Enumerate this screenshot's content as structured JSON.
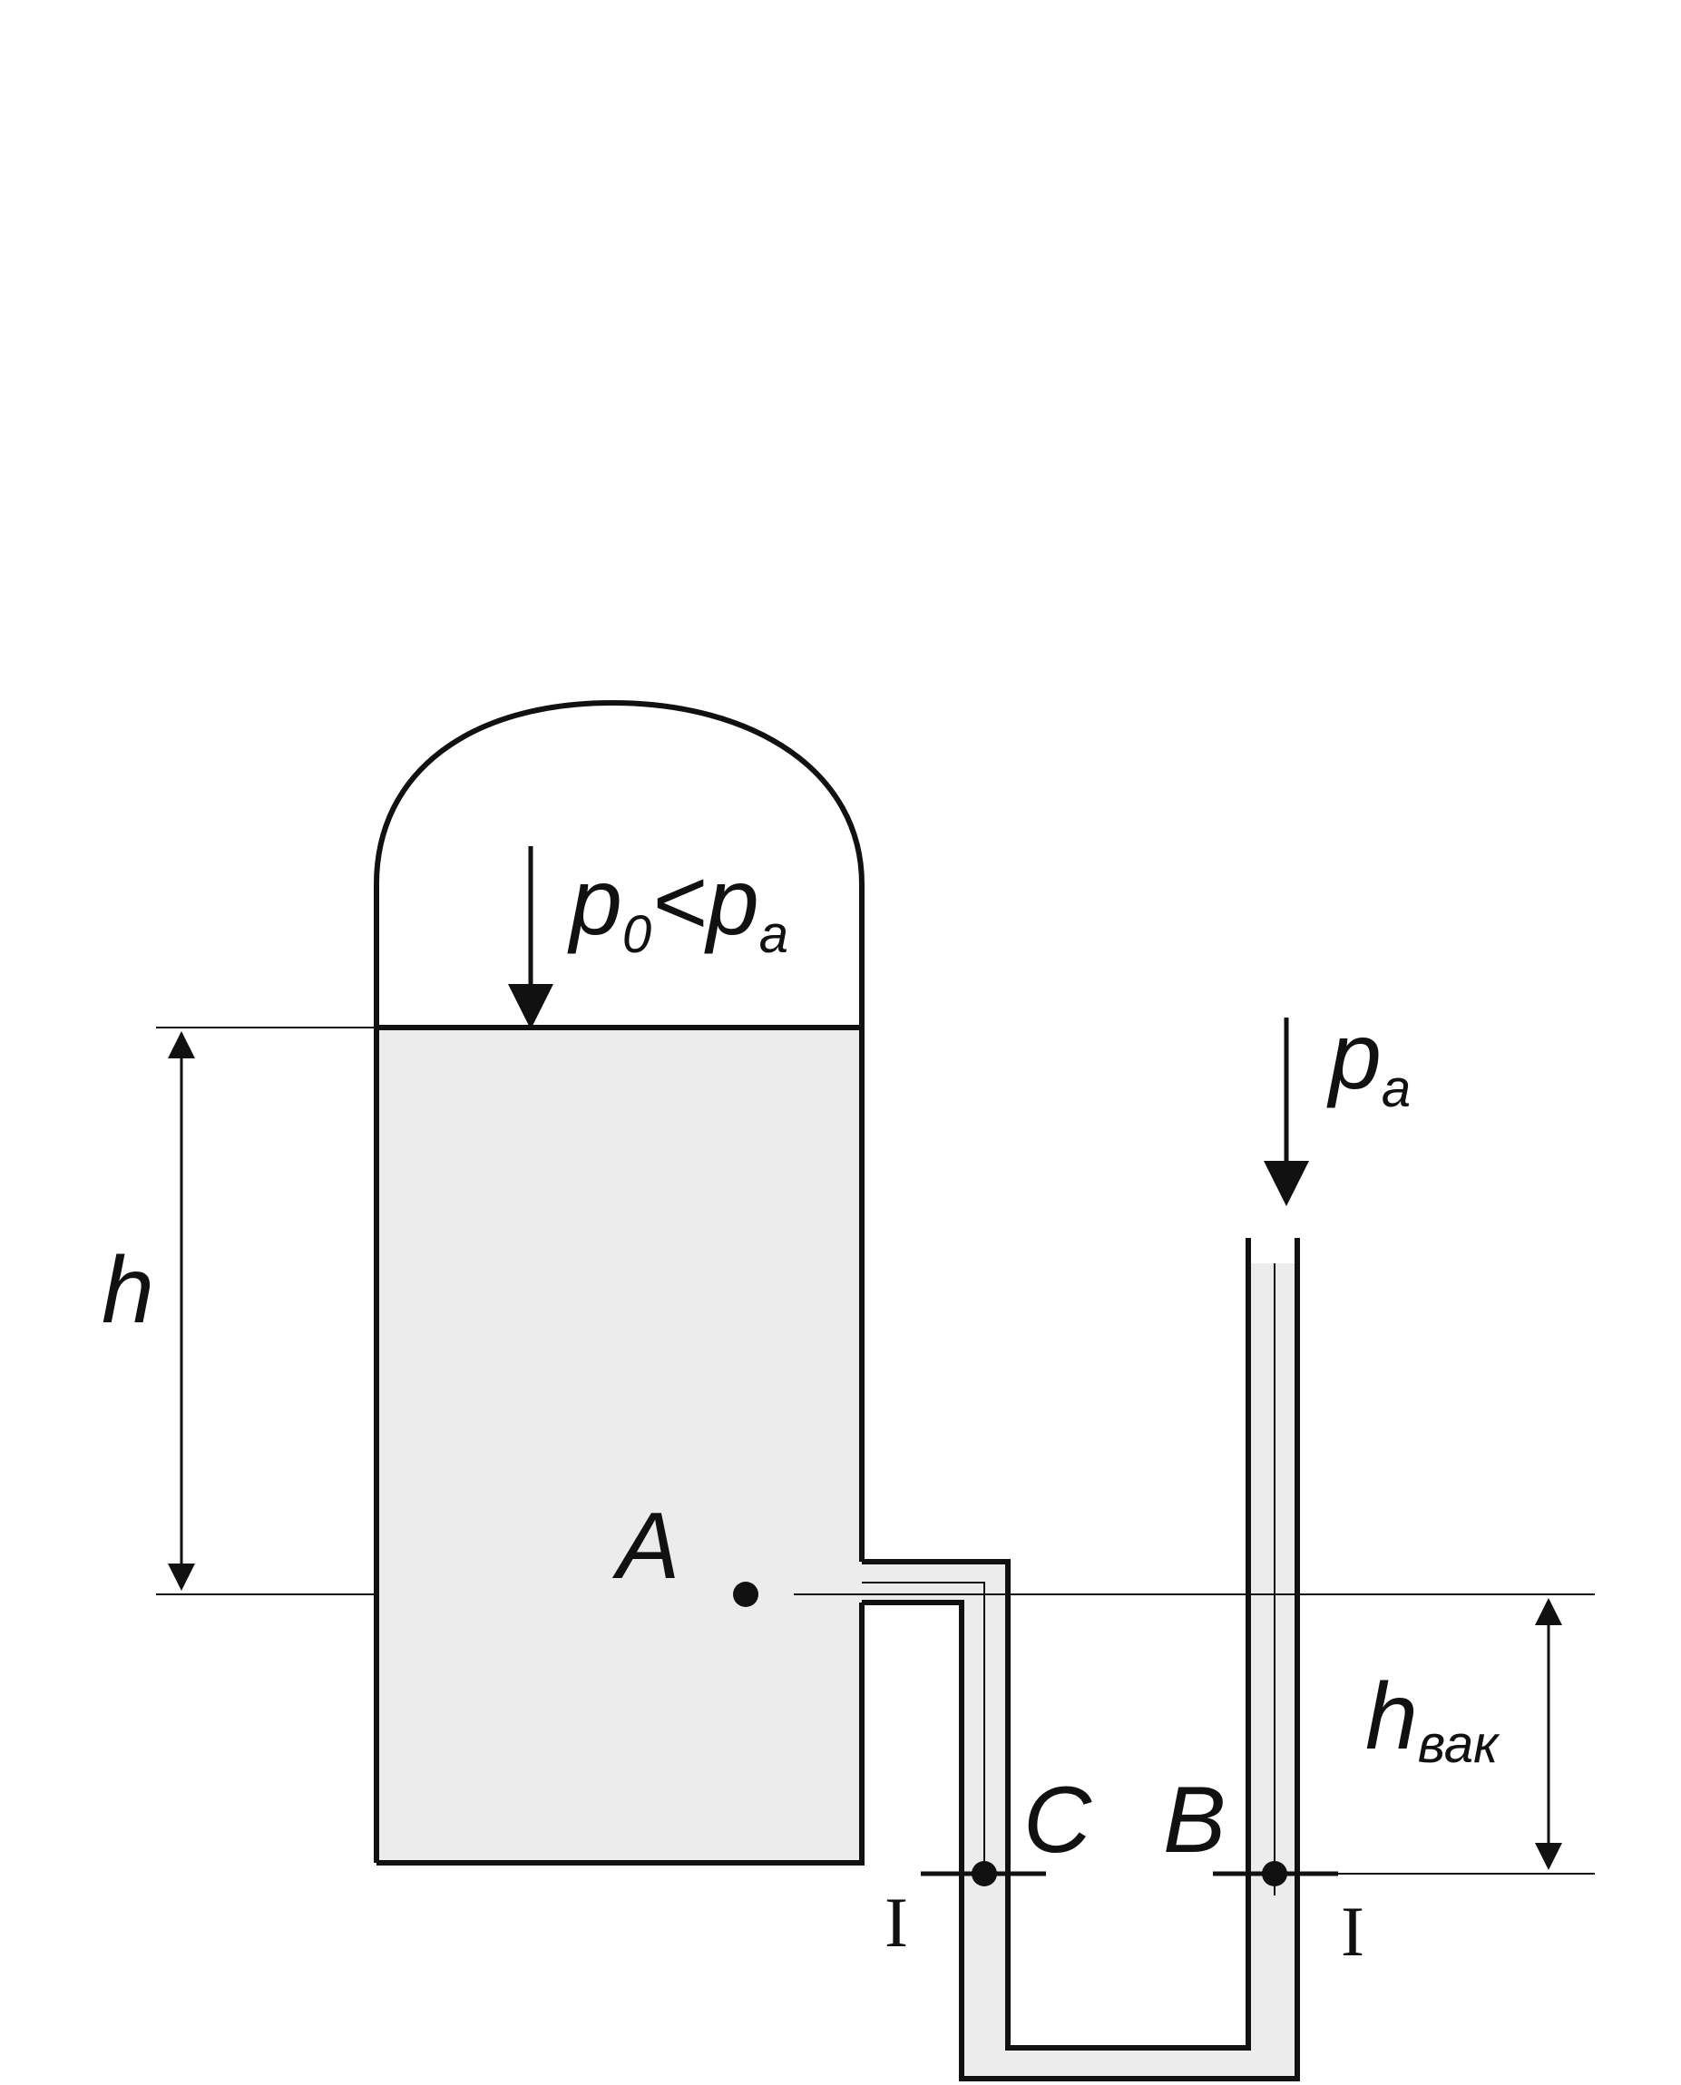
{
  "labels": {
    "p0_base": "p",
    "p0_sub": "0",
    "lt": "<",
    "pa_base_1": "p",
    "pa_sub_1": "a",
    "pa_base_2": "p",
    "pa_sub_2": "a",
    "h": "h",
    "A": "A",
    "C": "C",
    "B": "B",
    "hvak_base": "h",
    "hvak_sub": "вак",
    "section_left": "I",
    "section_right": "I"
  },
  "colors": {
    "liquid_fill": "#ececec",
    "outline": "#111111",
    "background": "#ffffff"
  }
}
